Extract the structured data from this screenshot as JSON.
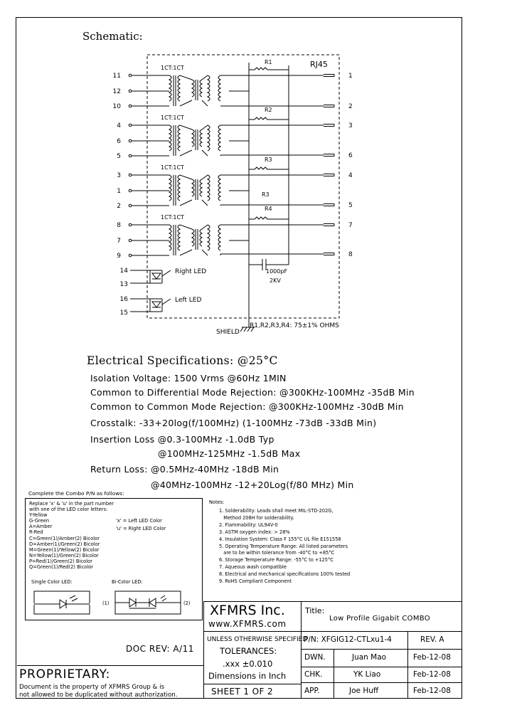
{
  "schematic": {
    "heading": "Schematic:",
    "connector": "RJ45",
    "transformer_label": "1CT:1CT",
    "left_pins": [
      [
        "11",
        "12",
        "10"
      ],
      [
        "4",
        "6",
        "5"
      ],
      [
        "3",
        "1",
        "2"
      ],
      [
        "8",
        "7",
        "9"
      ]
    ],
    "right_pins": [
      [
        "1",
        "2"
      ],
      [
        "3",
        "6"
      ],
      [
        "4",
        "5"
      ],
      [
        "7",
        "8"
      ]
    ],
    "resistors": [
      "R1",
      "R2",
      "R3",
      "R3",
      "R4"
    ],
    "led_pins": [
      "14",
      "13",
      "16",
      "15"
    ],
    "right_led": "Right LED",
    "left_led": "Left LED",
    "capacitor": "1000pF",
    "capacitor_voltage": "2KV",
    "shield": "SHIELD",
    "resistor_note": "R1,R2,R3,R4: 75±1% OHMS"
  },
  "specs": {
    "title": "Electrical   Specifications: @25°C",
    "lines": [
      "Isolation Voltage:  1500 Vrms @60Hz 1MIN",
      "Common to Differential Mode Rejection: @300KHz-100MHz  -35dB Min",
      "Common to Common Mode Rejection: @300KHz-100MHz  -30dB Min",
      "Crosstalk: -33+20log(f/100MHz)     (1-100MHz       -73dB   -33dB Min)",
      "Insertion Loss @0.3-100MHz   -1.0dB Typ",
      "@100MHz-125MHz   -1.5dB Max",
      "Return Loss: @0.5MHz-40MHz    -18dB Min",
      "@40MHz-100MHz   -12+20Log(f/80 MHz) Min"
    ]
  },
  "combo": {
    "title": "Complete the Combo P/N as follows:",
    "lines": [
      "Replace 'x' & 'u' in the part number",
      "with one of the LED color letters:",
      "Y-Yellow",
      "G-Green",
      "A=Amber",
      "R-Red",
      "C=Green(1)/Amber(2) Bicolor",
      "D=Amber(1)/Green(2) Bicolor",
      "M=Green(1)/Yellow(2) Bicolor",
      "N=Yellow(1)/Green(2) Bicolor",
      "P=Red(1)/Green(2) Bicolor",
      "Q=Green(1)/Red(2) Bicolor"
    ],
    "x_note": "'x' = Left LED Color",
    "u_note": "'u' = Right LED Color",
    "single": "Single Color LED:",
    "bi": "Bi-Color LED:",
    "bi_1": "(1)",
    "bi_2": "(2)"
  },
  "notes": {
    "title": "Notes:",
    "items": [
      "1. Solderability: Leads shall meet MIL-STD-202G,",
      "   Method 208H for solderability.",
      "2. Flammability: UL94V-0",
      "3. ASTM oxygen index: > 28%",
      "4. Insulation System: Class F 155°C UL file E151558",
      "5. Operating Temperature Range: All listed parameters",
      "   are to be within tolerance from -40°C to +85°C",
      "6. Storage Temperature Range: -55°C to +125°C",
      "7. Aqueous wash compatible",
      "8. Electrical and mechanical specifications 100% tested",
      "9. RoHS Compliant Component"
    ]
  },
  "doc_rev": "DOC REV: A/11",
  "proprietary": {
    "title": "PROPRIETARY:",
    "line1": "Document is the property of XFMRS Group & is",
    "line2": "not allowed to be duplicated without authorization."
  },
  "title_block": {
    "company": "XFMRS Inc.",
    "website": "www.XFMRS.com",
    "title_label": "Title:",
    "title": "Low Profile Gigabit COMBO",
    "unless": "UNLESS OTHERWISE SPECIFIED",
    "tolerances": "TOLERANCES:",
    "tol_value": ".xxx ±0.010",
    "dims": "Dimensions in Inch",
    "sheet": "SHEET  1  OF  2",
    "pn": "P/N: XFGIG12-CTLxu1-4",
    "rev": "REV. A",
    "rows": [
      {
        "label": "DWN.",
        "name": "Juan Mao",
        "date": "Feb-12-08"
      },
      {
        "label": "CHK.",
        "name": "YK Liao",
        "date": "Feb-12-08"
      },
      {
        "label": "APP.",
        "name": "Joe Huff",
        "date": "Feb-12-08"
      }
    ]
  }
}
